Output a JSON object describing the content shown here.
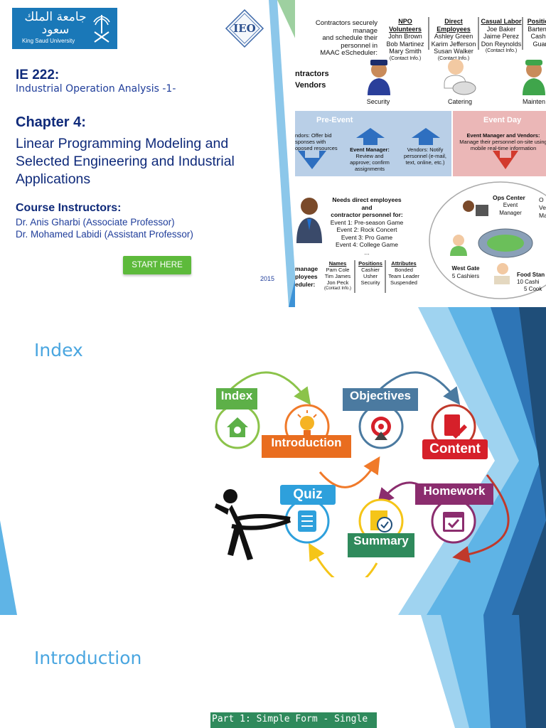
{
  "slide1": {
    "ksu_logo": {
      "arabic": "جامعة الملك سعود",
      "english": "King Saud University"
    },
    "ieo_logo_text": "IEO",
    "course_code": "IE 222:",
    "course_name": "Industrial Operation Analysis -1-",
    "chapter": "Chapter 4:",
    "chapter_title": "Linear Programming Modeling and Selected Engineering and Industrial Applications",
    "instructors_heading": "Course Instructors:",
    "instructors": [
      "Dr. Anis Gharbi (Associate Professor)",
      "Dr. Mohamed Labidi (Assistant Professor)"
    ],
    "start_button": "START HERE",
    "year": "2015",
    "infographic": {
      "intro": [
        "Contractors securely manage",
        "and schedule their personnel in",
        "MAAC eScheduler:"
      ],
      "columns": [
        {
          "head": "NPO Volunteers",
          "rows": [
            "John Brown",
            "Bob Martinez",
            "Mary Smith",
            "(Contact Info.)"
          ]
        },
        {
          "head": "Direct Employees",
          "rows": [
            "Ashley Green",
            "Karim Jefferson",
            "Susan Walker",
            "(Contact Info.)"
          ]
        },
        {
          "head": "Casual Labor",
          "rows": [
            "Joe Baker",
            "Jaime Perez",
            "Don Reynolds",
            "(Contact Info.)"
          ]
        },
        {
          "head": "Positions",
          "rows": [
            "Bartender",
            "Cashier",
            "Guard"
          ]
        }
      ],
      "contractors_label": [
        "ntractors",
        "Vendors"
      ],
      "roles": [
        "Security",
        "Catering",
        "Mainten"
      ],
      "pre_event": "Pre-Event",
      "event_day": "Event Day",
      "vendors_offer": [
        "ndors: Offer bid",
        "sponses with",
        "oposed resources"
      ],
      "event_manager_pre": [
        "Event Manager:",
        "Review and",
        "approve; confirm",
        "assignments"
      ],
      "vendors_notify": [
        "Vendors: Notify",
        "personnel (e-mail,",
        "text, online, etc.)"
      ],
      "event_day_text": [
        "Event Manager and Vendors:",
        "Manage their personnel on-site using",
        "mobile real-time information"
      ],
      "needs": [
        "Needs direct employees and",
        "contractor personnel for:",
        "Event 1:  Pre-season Game",
        "Event 2:  Rock Concert",
        "Event 3:  Pro Game",
        "Event 4:  College Game",
        "..."
      ],
      "ops_center": [
        "Ops Center",
        "Event",
        "Manager"
      ],
      "ops_right": [
        "O",
        "Ve",
        "Ma"
      ],
      "west_gate": [
        "West Gate",
        "5 Cashiers"
      ],
      "food_stand": [
        "Food Stan",
        "10 Cashi",
        "5 Cook"
      ],
      "bottom_left": [
        "manage",
        "ployees",
        "eduler:"
      ],
      "bottom_cols": [
        {
          "head": "Names",
          "rows": [
            "Pam Cole",
            "Tim James",
            "Jon Peck",
            "(Contact Info.)"
          ]
        },
        {
          "head": "Positions",
          "rows": [
            "Cashier",
            "Usher",
            "Security"
          ]
        },
        {
          "head": "Attributes",
          "rows": [
            "Bonded",
            "Team Leader",
            "Suspended"
          ]
        }
      ]
    }
  },
  "slide2": {
    "title": "Index",
    "nodes": {
      "index": "Index",
      "introduction": "Introduction",
      "objectives": "Objectives",
      "content": "Content",
      "homework": "Homework",
      "summary": "Summary",
      "quiz": "Quiz"
    },
    "colors": {
      "accent_dark": "#1f4e79",
      "accent_mid": "#2e75b6",
      "accent_light": "#5fb4e6",
      "accent_pale": "#9fd3f0"
    }
  },
  "slide3": {
    "title": "Introduction",
    "part_button": "Part 1: Simple Form - Single"
  }
}
